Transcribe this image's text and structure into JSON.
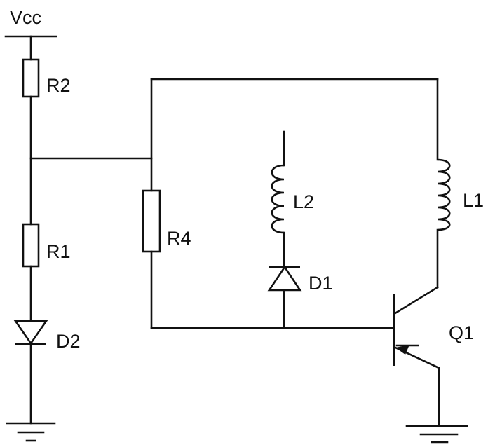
{
  "diagram": {
    "type": "circuit-schematic",
    "supply": {
      "label": "Vcc"
    },
    "components": [
      {
        "id": "R2",
        "kind": "resistor",
        "label": "R2"
      },
      {
        "id": "R1",
        "kind": "resistor",
        "label": "R1"
      },
      {
        "id": "R4",
        "kind": "resistor",
        "label": "R4"
      },
      {
        "id": "D2",
        "kind": "diode",
        "label": "D2"
      },
      {
        "id": "D1",
        "kind": "diode",
        "label": "D1"
      },
      {
        "id": "L2",
        "kind": "inductor",
        "label": "L2"
      },
      {
        "id": "L1",
        "kind": "inductor",
        "label": "L1"
      },
      {
        "id": "Q1",
        "kind": "pnp-transistor",
        "label": "Q1"
      }
    ],
    "grounds": [
      "left-ground",
      "right-ground"
    ]
  }
}
